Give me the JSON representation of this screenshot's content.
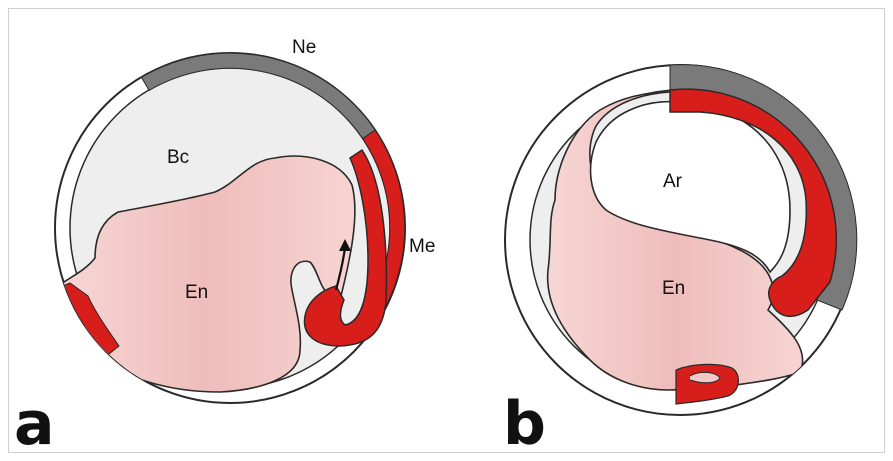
{
  "colors": {
    "neuroectoderm": "#7a7a7a",
    "mesoderm": "#d81e1b",
    "endoderm": "#f3c9c7",
    "blastocoel": "#efefef",
    "outline": "#2a2a2a"
  },
  "panels": [
    {
      "letter": "a",
      "labels": {
        "ne": "Ne",
        "bc": "Bc",
        "en": "En",
        "me": "Me"
      }
    },
    {
      "letter": "b",
      "labels": {
        "ar": "Ar",
        "en": "En"
      }
    }
  ],
  "icons": {
    "movement_arrow": "arrow-up-icon"
  }
}
